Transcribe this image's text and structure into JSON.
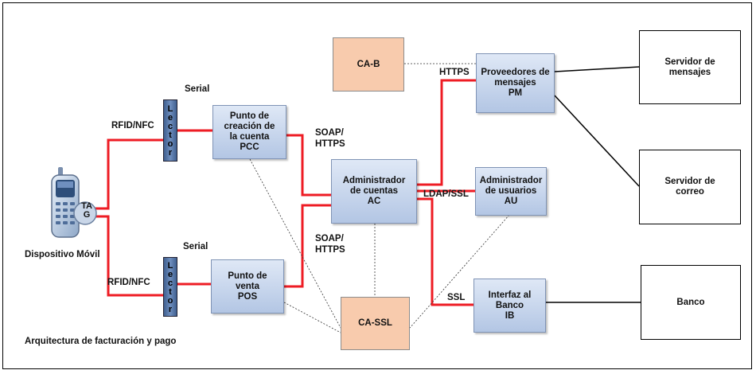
{
  "title": "Arquitectura de facturación y pago",
  "device": {
    "label": "Dispositivo Móvil",
    "tag": "TA\nG"
  },
  "lector": "Lector",
  "nodes": {
    "ca_b": "CA-B",
    "pm": "Proveedores de\nmensajes\nPM",
    "srv_msg": "Servidor de\nmensajes",
    "srv_mail": "Servidor de\ncorreo",
    "pcc": "Punto de\ncreación de\nla cuenta\nPCC",
    "ac": "Administrador\nde cuentas\nAC",
    "au": "Administrador\nde usuarios\nAU",
    "pos": "Punto de\nventa\nPOS",
    "ca_ssl": "CA-SSL",
    "ib": "Interfaz al\nBanco\nIB",
    "banco": "Banco"
  },
  "edge_labels": {
    "serial_top": "Serial",
    "serial_bottom": "Serial",
    "rfid_top": "RFID/NFC",
    "rfid_bottom": "RFID/NFC",
    "soap_top": "SOAP/\nHTTPS",
    "soap_bottom": "SOAP/\nHTTPS",
    "https": "HTTPS",
    "ldap": "LDAP/SSL",
    "ssl": "SSL"
  },
  "colors": {
    "red_link": "#ee1c24",
    "blue_box": "#b3c6e4",
    "orange_box": "#f8cbad"
  }
}
